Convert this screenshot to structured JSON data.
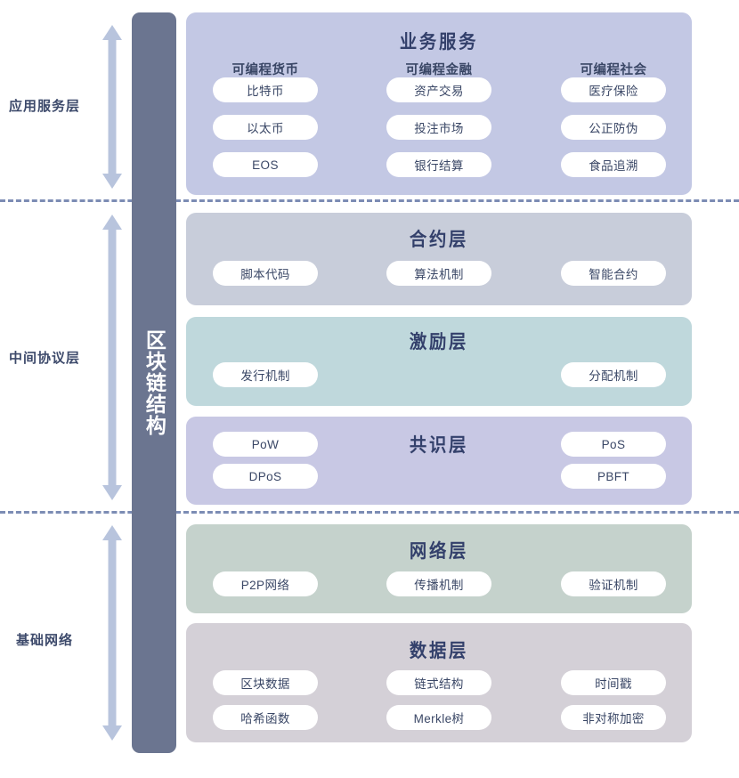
{
  "diagram": {
    "spine_label": "区块链结构",
    "groups": [
      {
        "label": "应用服务层"
      },
      {
        "label": "中间协议层"
      },
      {
        "label": "基础网络"
      }
    ],
    "layers": [
      {
        "key": "application",
        "title": "业务服务",
        "color": "#c3c8e4",
        "columns": [
          {
            "head": "可编程货币",
            "items": [
              "比特币",
              "以太币",
              "EOS"
            ]
          },
          {
            "head": "可编程金融",
            "items": [
              "资产交易",
              "投注市场",
              "银行结算"
            ]
          },
          {
            "head": "可编程社会",
            "items": [
              "医疗保险",
              "公正防伪",
              "食品追溯"
            ]
          }
        ]
      },
      {
        "key": "contract",
        "title": "合约层",
        "color": "#c8cdda",
        "items": [
          "脚本代码",
          "算法机制",
          "智能合约"
        ]
      },
      {
        "key": "incentive",
        "title": "激励层",
        "color": "#bfd8dc",
        "items": [
          "发行机制",
          "分配机制"
        ]
      },
      {
        "key": "consensus",
        "title": "共识层",
        "color": "#c8c8e4",
        "items_left": [
          "PoW",
          "DPoS"
        ],
        "items_right": [
          "PoS",
          "PBFT"
        ]
      },
      {
        "key": "network",
        "title": "网络层",
        "color": "#c5d2cc",
        "items": [
          "P2P网络",
          "传播机制",
          "验证机制"
        ]
      },
      {
        "key": "data",
        "title": "数据层",
        "color": "#d4d0d7",
        "row1": [
          "区块数据",
          "链式结构",
          "时间戳"
        ],
        "row2": [
          "哈希函数",
          "Merkle树",
          "非对称加密"
        ]
      }
    ],
    "colors": {
      "spine": "#6b7590",
      "arrow": "#b8c4dd",
      "divider": "#7c8cb4",
      "title_text": "#33406b",
      "pill_bg": "#ffffff"
    }
  }
}
